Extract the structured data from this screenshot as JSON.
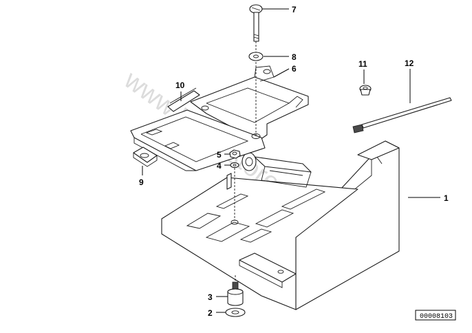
{
  "diagram": {
    "callouts": [
      {
        "id": "1",
        "label": "1"
      },
      {
        "id": "2",
        "label": "2"
      },
      {
        "id": "3",
        "label": "3"
      },
      {
        "id": "4",
        "label": "4"
      },
      {
        "id": "5",
        "label": "5"
      },
      {
        "id": "6",
        "label": "6"
      },
      {
        "id": "7",
        "label": "7"
      },
      {
        "id": "8",
        "label": "8"
      },
      {
        "id": "9",
        "label": "9"
      },
      {
        "id": "10",
        "label": "10"
      },
      {
        "id": "11",
        "label": "11"
      },
      {
        "id": "12",
        "label": "12"
      }
    ],
    "watermark": "www.BMWstore.pl",
    "document_number": "00008103"
  }
}
